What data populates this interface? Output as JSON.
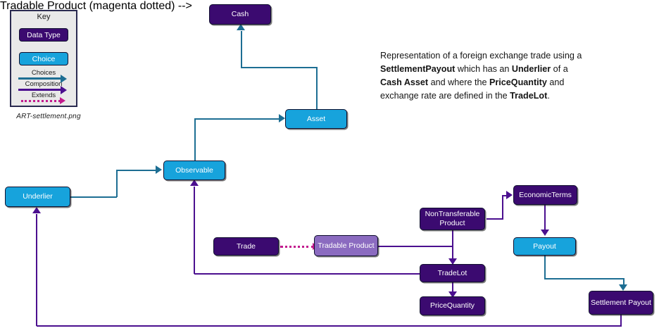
{
  "legend": {
    "title": "Key",
    "caption": "ART-settlement.png",
    "data_type_label": "Data Type",
    "choice_label": "Choice",
    "choices_label": "Choices",
    "composition_label": "Composition",
    "extends_label": "Extends",
    "colors": {
      "data_type": "#3B0A70",
      "choice": "#17A3DC",
      "mid_purple": "#8B6BC0",
      "choices_arrow": "#1D6E93",
      "composition_arrow": "#4B0F8F",
      "extends_arrow": "#C21A8D",
      "panel_background": "#e9e9e9",
      "panel_border": "#2a2a50"
    }
  },
  "description": {
    "line1_a": "Representation of a foreign exchange trade using a",
    "line2_b1": "SettlementPayout",
    "line2_a1": " which has an ",
    "line2_b2": "Underlier",
    "line2_a2": " of a",
    "line3_b1": "Cash Asset",
    "line3_a1": " and where the ",
    "line3_b2": "PriceQuantity",
    "line3_a2": " and",
    "line4_a1": "exchange rate are defined in the ",
    "line4_b1": "TradeLot",
    "line4_a2": "."
  },
  "nodes": {
    "cash": "Cash",
    "asset": "Asset",
    "observable": "Observable",
    "underlier": "Underlier",
    "trade": "Trade",
    "tradable_product": "Tradable Product",
    "non_transferable_product": "NonTransferable Product",
    "economic_terms": "EconomicTerms",
    "payout": "Payout",
    "trade_lot": "TradeLot",
    "price_quantity": "PriceQuantity",
    "settlement_payout": "Settlement Payout"
  }
}
